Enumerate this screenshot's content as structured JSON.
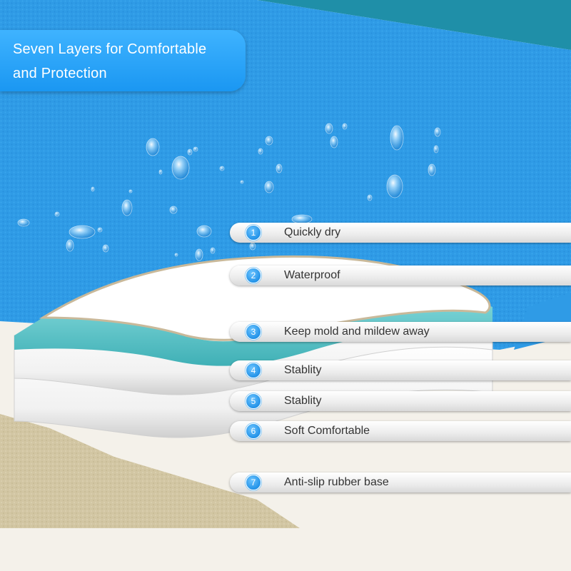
{
  "title": {
    "line1": "Seven Layers for Comfortable",
    "line2": "and Protection"
  },
  "colors": {
    "fabric_blue": "#2f9be6",
    "teal_corner": "#1f8fa8",
    "accent_badge": "#1e8fe6",
    "teal_layer": "#5cc6c8",
    "rubber_base": "#d2c6a3",
    "background": "#f4f1ea"
  },
  "layers": [
    {
      "number": "1",
      "label": "Quickly dry"
    },
    {
      "number": "2",
      "label": "Waterproof"
    },
    {
      "number": "3",
      "label": "Keep mold and mildew away"
    },
    {
      "number": "4",
      "label": "Stablity"
    },
    {
      "number": "5",
      "label": "Stablity"
    },
    {
      "number": "6",
      "label": "Soft Comfortable"
    },
    {
      "number": "7",
      "label": "Anti-slip rubber base"
    }
  ]
}
